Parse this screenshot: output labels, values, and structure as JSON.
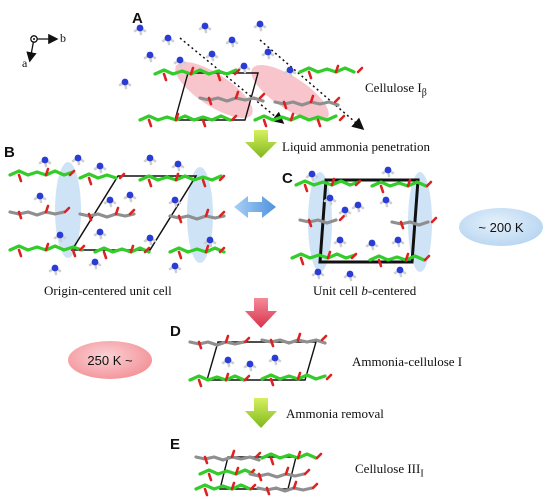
{
  "panels": {
    "a": {
      "label": "A",
      "caption_main": "Cellulose I",
      "caption_sub": "β"
    },
    "b": {
      "label": "B",
      "caption": "Origin-centered unit cell"
    },
    "c": {
      "label": "C",
      "caption_pre": "Unit cell ",
      "caption_em": "b",
      "caption_post": "-centered"
    },
    "d": {
      "label": "D",
      "caption": "Ammonia-cellulose I"
    },
    "e": {
      "label": "E",
      "caption_main": "Cellulose III",
      "caption_sub": "I"
    }
  },
  "axes": {
    "a": "a",
    "b": "b"
  },
  "steps": {
    "penetration": "Liquid ammonia penetration",
    "removal": "Ammonia removal"
  },
  "temperatures": {
    "low": {
      "text": "~ 200 K",
      "color": "#a9cdee"
    },
    "high": {
      "text": "250 K ~",
      "color": "#f07f86"
    }
  },
  "colors": {
    "chain_green": "#33cc2a",
    "chain_gray": "#8f8f8f",
    "oxygen_red": "#dd2222",
    "ammonia_n": "#2a3cd6",
    "arrow_green": "#99cc22",
    "arrow_red": "#e8455a",
    "arrow_blue": "#6aa8e8",
    "ellipse_pink": "#f4a6b0",
    "ellipse_blue": "#c3dcf5"
  },
  "icons": [
    "axis-icon",
    "down-arrow-green-icon",
    "down-arrow-red-icon",
    "double-arrow-blue-icon"
  ]
}
